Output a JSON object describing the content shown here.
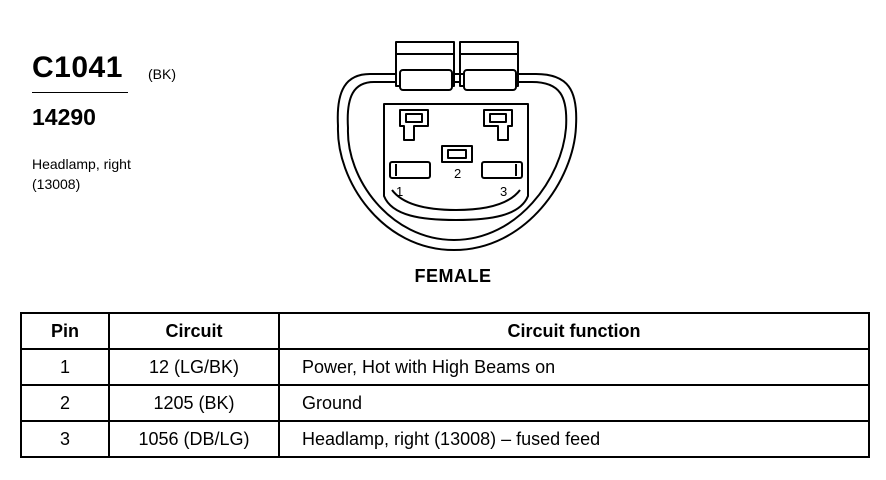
{
  "header": {
    "connector_id": "C1041",
    "color_code": "(BK)",
    "part_number": "14290",
    "description_line1": "Headlamp, right",
    "description_line2": "(13008)"
  },
  "diagram": {
    "pin_labels": [
      "1",
      "2",
      "3"
    ],
    "gender": "FEMALE"
  },
  "table": {
    "headers": [
      "Pin",
      "Circuit",
      "Circuit function"
    ],
    "rows": [
      {
        "pin": "1",
        "circuit": "12 (LG/BK)",
        "function": "Power, Hot with High Beams on"
      },
      {
        "pin": "2",
        "circuit": "1205 (BK)",
        "function": "Ground"
      },
      {
        "pin": "3",
        "circuit": "1056 (DB/LG)",
        "function": "Headlamp, right (13008) – fused feed"
      }
    ]
  }
}
